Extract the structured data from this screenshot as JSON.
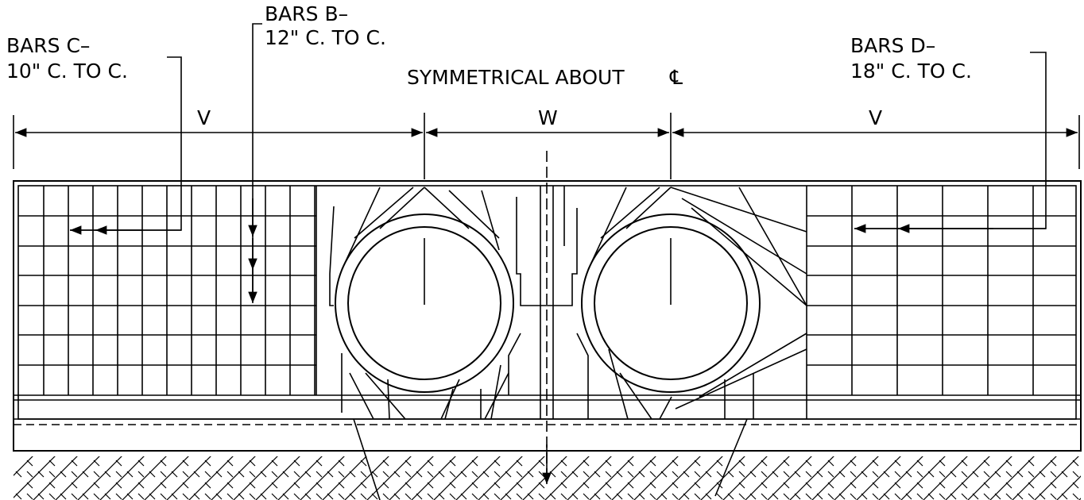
{
  "labels": {
    "bars_c_line1": "BARS C–",
    "bars_c_line2": "10\" C. TO C.",
    "bars_b_line1": "BARS B–",
    "bars_b_line2": "12\" C. TO C.",
    "bars_d_line1": "BARS D–",
    "bars_d_line2": "18\" C. TO C.",
    "symmetry_note": "SYMMETRICAL ABOUT",
    "centerline_symbol": "℄",
    "dim_left": "V",
    "dim_middle": "W",
    "dim_right": "V"
  },
  "colors": {
    "ink": "#000000",
    "paper": "#ffffff"
  }
}
